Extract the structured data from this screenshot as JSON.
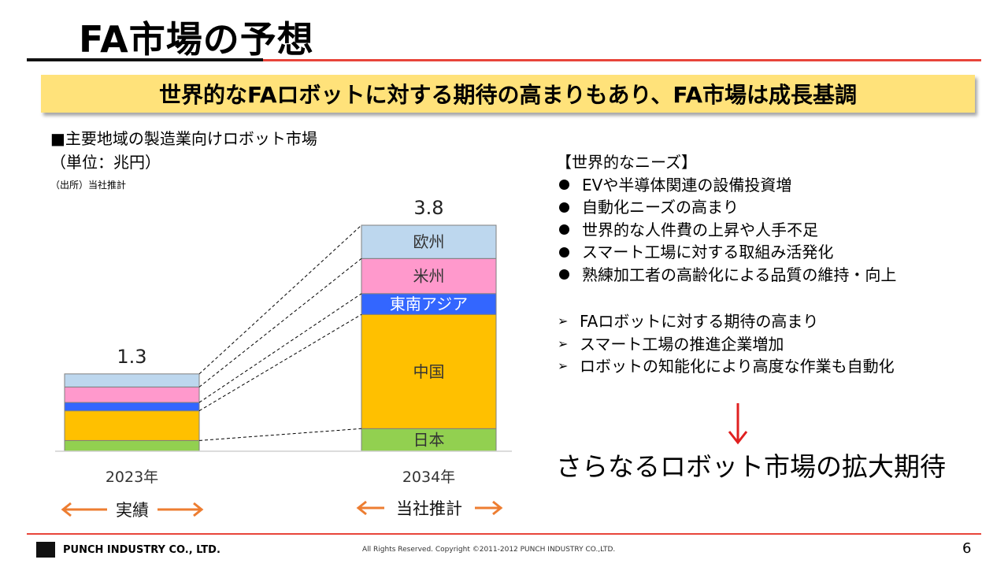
{
  "slide": {
    "title": "FA市場の予想",
    "banner": "世界的なFAロボットに対する期待の高まりもあり、FA市場は成長基調",
    "page_number": "6",
    "company": "PUNCH INDUSTRY CO., LTD.",
    "copyright": "All Rights Reserved. Copyright ©2011-2012 PUNCH INDUSTRY CO.,LTD."
  },
  "chart_data": {
    "type": "bar",
    "stacked": true,
    "title": "■主要地域の製造業向けロボット市場",
    "unit": "（単位：兆円）",
    "source": "（出所）当社推計",
    "categories": [
      "2023年",
      "2034年"
    ],
    "totals": [
      "1.3",
      "3.8"
    ],
    "ylim": [
      0,
      3.8
    ],
    "series": [
      {
        "name": "日本",
        "color": "#92d050",
        "values": [
          0.18,
          0.38
        ]
      },
      {
        "name": "中国",
        "color": "#ffc000",
        "values": [
          0.5,
          1.92
        ]
      },
      {
        "name": "東南アジア",
        "color": "#3366ff",
        "values": [
          0.14,
          0.35
        ]
      },
      {
        "name": "米州",
        "color": "#ff99cc",
        "values": [
          0.26,
          0.59
        ]
      },
      {
        "name": "欧州",
        "color": "#bdd7ee",
        "values": [
          0.22,
          0.56
        ]
      }
    ],
    "period_labels": [
      "実績",
      "当社推計"
    ],
    "arrow_color": "#ed7d31"
  },
  "needs": {
    "heading": "【世界的なニーズ】",
    "items": [
      "EVや半導体関連の設備投資増",
      "自動化ニーズの高まり",
      "世界的な人件費の上昇や人手不足",
      "スマート工場に対する取組み活発化",
      "熟練加工者の高齢化による品質の維持・向上"
    ]
  },
  "expectations": {
    "items": [
      "FAロボットに対する期待の高まり",
      "スマート工場の推進企業増加",
      "ロボットの知能化により高度な作業も自動化"
    ]
  },
  "conclusion": "さらなるロボット市場の拡大期待",
  "colors": {
    "accent_red": "#e8453a",
    "banner_yellow": "#ffe27a",
    "down_arrow": "#e02020"
  }
}
